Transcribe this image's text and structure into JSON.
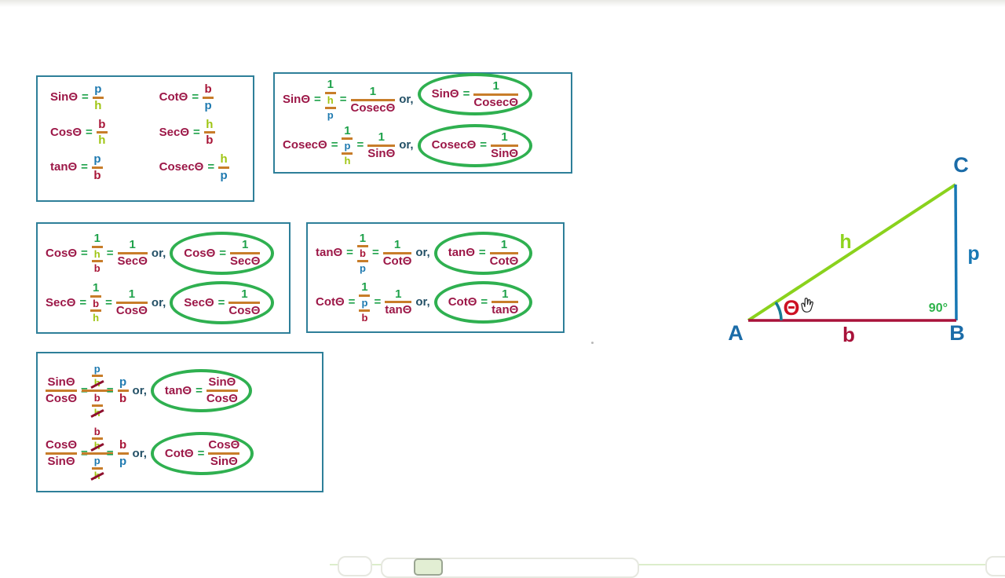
{
  "symbols": {
    "eq": "=",
    "or": "or,",
    "one": "1"
  },
  "box1": {
    "left": [
      {
        "name": "SinΘ",
        "num": "p",
        "den": "h"
      },
      {
        "name": "CosΘ",
        "num": "b",
        "den": "h"
      },
      {
        "name": "tanΘ",
        "num": "p",
        "den": "b"
      }
    ],
    "right": [
      {
        "name": "CotΘ",
        "num": "b",
        "den": "p"
      },
      {
        "name": "SecΘ",
        "num": "h",
        "den": "b"
      },
      {
        "name": "CosecΘ",
        "num": "h",
        "den": "p"
      }
    ]
  },
  "box2": {
    "rows": [
      {
        "lhs": "SinΘ",
        "inner_num": "h",
        "inner_den": "p",
        "recip": "CosecΘ"
      },
      {
        "lhs": "CosecΘ",
        "inner_num": "p",
        "inner_den": "h",
        "recip": "SinΘ"
      }
    ]
  },
  "box3": {
    "rows": [
      {
        "lhs": "CosΘ",
        "inner_num": "h",
        "inner_den": "b",
        "recip": "SecΘ"
      },
      {
        "lhs": "SecΘ",
        "inner_num": "b",
        "inner_den": "h",
        "recip": "CosΘ"
      }
    ]
  },
  "box4": {
    "rows": [
      {
        "lhs": "tanΘ",
        "inner_num": "b",
        "inner_den": "p",
        "recip": "CotΘ"
      },
      {
        "lhs": "CotΘ",
        "inner_num": "p",
        "inner_den": "b",
        "recip": "tanΘ"
      }
    ]
  },
  "box5": {
    "rows": [
      {
        "lhs_num": "SinΘ",
        "lhs_den": "CosΘ",
        "nn": "p",
        "nd": "h",
        "dn": "b",
        "dd": "h",
        "res_num": "p",
        "res_den": "b",
        "c_name": "tanΘ",
        "c_num": "SinΘ",
        "c_den": "CosΘ"
      },
      {
        "lhs_num": "CosΘ",
        "lhs_den": "SinΘ",
        "nn": "b",
        "nd": "h",
        "dn": "p",
        "dd": "h",
        "res_num": "b",
        "res_den": "p",
        "c_name": "CotΘ",
        "c_num": "CosΘ",
        "c_den": "SinΘ"
      }
    ]
  },
  "triangle": {
    "A": "A",
    "B": "B",
    "C": "C",
    "h": "h",
    "p": "p",
    "b": "b",
    "right_angle": "90°",
    "theta": "Θ"
  },
  "colors": {
    "box_border": "#2e7f99",
    "ellipse_green": "#2fb050",
    "name_crimson": "#9c1747",
    "eq_green": "#1fa24b",
    "p_blue": "#1f7ab0",
    "h_green": "#9fc513",
    "b_crimson": "#a81638",
    "bar_orange": "#c87d2a",
    "or_navy": "#235066",
    "theta_red": "#cc1022",
    "hyp_line": "#8ad21d",
    "perp_line": "#1878b4",
    "base_line": "#a8123a",
    "vertex_blue": "#1b6ca8"
  }
}
